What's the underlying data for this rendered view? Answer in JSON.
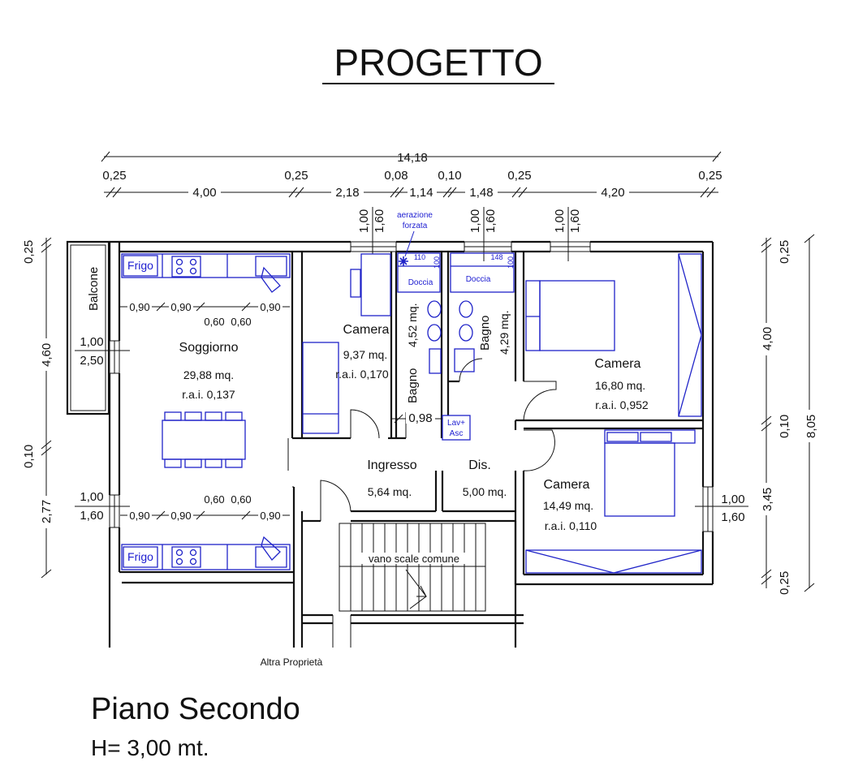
{
  "title": "PROGETTO",
  "floor": {
    "name": "Piano Secondo",
    "height": "H= 3,00 mt."
  },
  "notes": {
    "other_property": "Altra Proprietà",
    "stairwell": "vano scale comune",
    "ventilation_line1": "aerazione",
    "ventilation_line2": "forzata"
  },
  "dimensions": {
    "total_width": "14,18",
    "top_thicknesses": [
      "0,25",
      "0,25",
      "0,08",
      "0,10",
      "0,25",
      "0,25"
    ],
    "top_segments": [
      "4,00",
      "2,18",
      "1,14",
      "1,48",
      "4,20"
    ],
    "left": [
      "0,25",
      "4,60",
      "0,10",
      "2,77"
    ],
    "right": [
      "0,25",
      "4,00",
      "0,10",
      "3,45",
      "0,25"
    ],
    "right_total": "8,05",
    "window_heights": [
      "1,00",
      "1,60"
    ],
    "small_a": "0,90",
    "small_b": "0,60",
    "shower_110": "110",
    "shower_100": "100",
    "shower_148": "148",
    "door_098": "0,98",
    "window_left_1_top": "1,00",
    "window_left_1_bottom": "2,50",
    "window_left_2_top": "1,00",
    "window_left_2_bottom": "1,60",
    "window_right_top": "1,00",
    "window_right_bottom": "1,60"
  },
  "rooms": {
    "balcone": {
      "name": "Balcone"
    },
    "soggiorno": {
      "name": "Soggiorno",
      "area": "29,88 mq.",
      "rai": "r.a.i. 0,137"
    },
    "camera1": {
      "name": "Camera",
      "area": "9,37 mq.",
      "rai": "r.a.i. 0,170"
    },
    "bagno1": {
      "name": "Bagno",
      "area": "4,52 mq."
    },
    "bagno2": {
      "name": "Bagno",
      "area": "4,29 mq."
    },
    "camera2": {
      "name": "Camera",
      "area": "16,80 mq.",
      "rai": "r.a.i. 0,952"
    },
    "camera3": {
      "name": "Camera",
      "area": "14,49 mq.",
      "rai": "r.a.i. 0,110"
    },
    "ingresso": {
      "name": "Ingresso",
      "area": "5,64 mq."
    },
    "dis": {
      "name": "Dis.",
      "area": "5,00 mq."
    }
  },
  "fixtures": {
    "frigo": "Frigo",
    "doccia": "Doccia",
    "lav_line1": "Lav+",
    "lav_line2": "Asc"
  }
}
